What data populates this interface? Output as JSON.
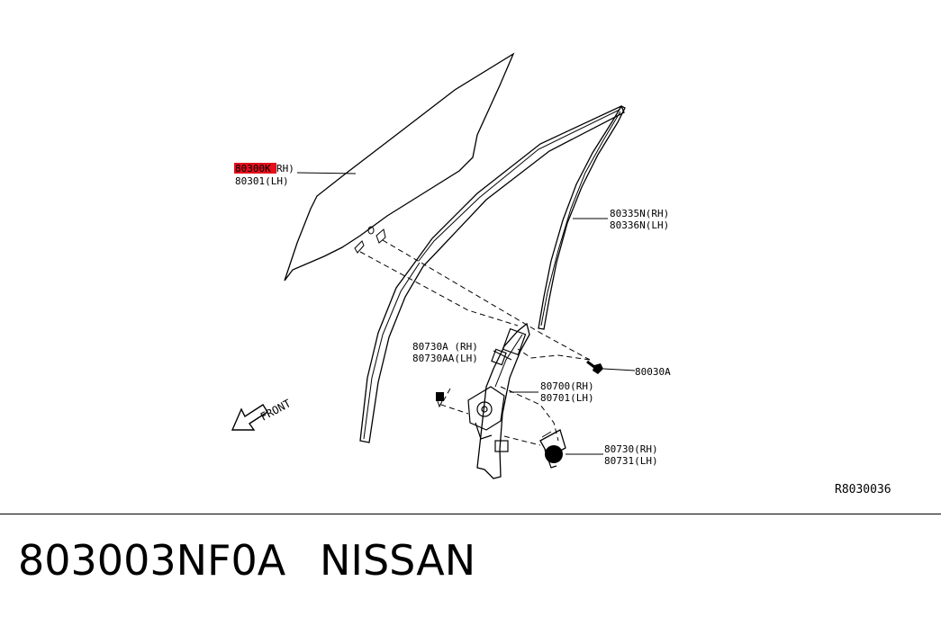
{
  "diagram": {
    "labels": {
      "glass_rh_highlight": "80300K",
      "glass_rh_suffix": "RH)",
      "glass_lh": "80301(LH)",
      "sash_rh": "80335N(RH)",
      "sash_lh": "80336N(LH)",
      "regulator_bracket_rh": "80730A (RH)",
      "regulator_bracket_lh": "80730AA(LH)",
      "bolt": "80030A",
      "regulator_rh": "80700(RH)",
      "regulator_lh": "80701(LH)",
      "motor_rh": "80730(RH)",
      "motor_lh": "80731(LH)",
      "front": "FRONT",
      "figure_code": "R8030036"
    },
    "highlight_color": "#e4101c"
  },
  "footer": {
    "part_number": "803003NF0A",
    "brand": "NISSAN"
  }
}
